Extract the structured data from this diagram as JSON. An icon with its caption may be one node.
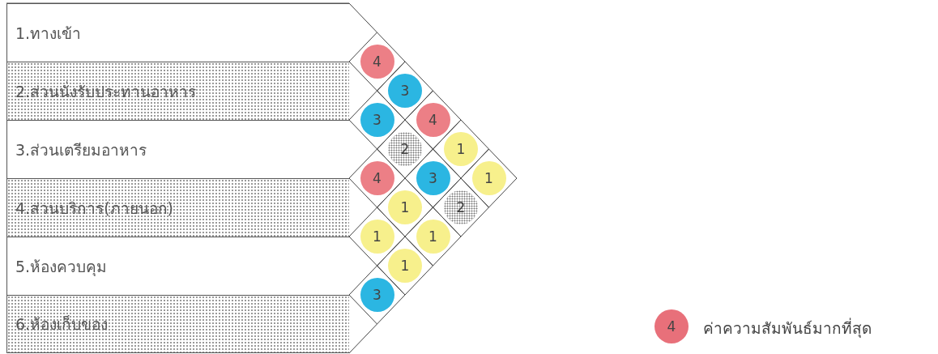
{
  "diagram": {
    "nodes": [
      {
        "text": [
          "1.ทางเข้า"
        ]
      },
      {
        "text": [
          "2.ส่วนนั่งรับประทานอาหาร"
        ]
      },
      {
        "text": [
          "3.ส่วนเตรียมอาหาร"
        ]
      },
      {
        "text": [
          "4.ส่วนบริการ(ภายนอก)"
        ]
      },
      {
        "text": [
          "5.ห้องควบคุม"
        ]
      },
      {
        "text": [
          "6.ห้องเก็บของ"
        ]
      }
    ],
    "labels": [
      "4",
      "3",
      "3",
      "4",
      "2",
      "1",
      "4",
      "3",
      "1",
      "1",
      "2",
      "1",
      "1",
      "1",
      "3",
      "4"
    ],
    "legend": [
      {
        "text": "ค่าความสัมพันธ์มากที่สุด",
        "color": "#e8707a"
      }
    ]
  }
}
